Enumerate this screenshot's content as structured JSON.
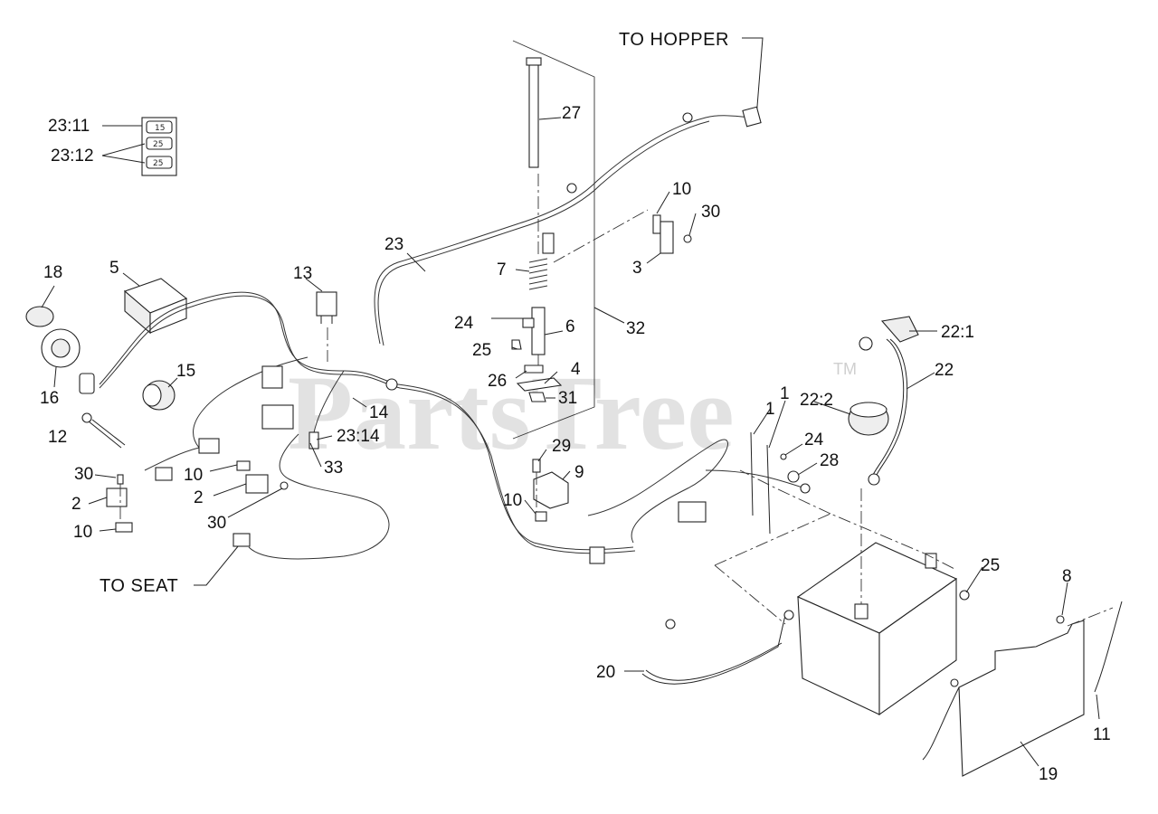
{
  "watermark": {
    "text": "PartsTree",
    "trademark": "TM"
  },
  "captions": {
    "to_hopper": "TO HOPPER",
    "to_seat": "TO SEAT"
  },
  "fuse_block": {
    "fuse_top": "15",
    "fuse_mid": "25",
    "fuse_bottom": "25"
  },
  "callouts": [
    "23:11",
    "23:12",
    "18",
    "5",
    "13",
    "23",
    "27",
    "7",
    "24",
    "25",
    "6",
    "26",
    "4",
    "31",
    "32",
    "10",
    "30",
    "3",
    "15",
    "16",
    "12",
    "14",
    "23:14",
    "33",
    "30",
    "10",
    "2",
    "30",
    "2",
    "10",
    "29",
    "9",
    "10",
    "1",
    "1",
    "22:2",
    "22:1",
    "22",
    "24",
    "28",
    "25",
    "8",
    "20",
    "11",
    "19"
  ]
}
